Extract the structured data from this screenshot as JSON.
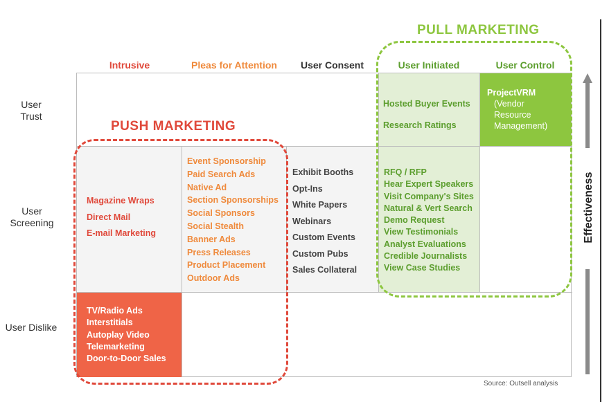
{
  "columns": {
    "intrusive": "Intrusive",
    "pleas": "Pleas for Attention",
    "consent": "User Consent",
    "initiated": "User Initiated",
    "control": "User Control"
  },
  "rows": {
    "trust": "User\nTrust",
    "screening": "User\nScreening",
    "dislike": "User Dislike"
  },
  "push_title": "PUSH MARKETING",
  "pull_title": "PULL MARKETING",
  "axis_label": "Effectiveness",
  "source": "Source: Outsell analysis",
  "cells": {
    "screening_intrusive": [
      "Magazine Wraps",
      "Direct Mail",
      "E-mail Marketing"
    ],
    "screening_pleas": [
      "Event Sponsorship",
      "Paid Search Ads",
      "Native Ad",
      "Section Sponsorships",
      "Social Sponsors",
      "Social Stealth",
      "Banner Ads",
      "Press Releases",
      "Product Placement",
      "Outdoor Ads"
    ],
    "screening_consent": [
      "Exhibit Booths",
      "Opt-Ins",
      "White Papers",
      "Webinars",
      "Custom Events",
      "Custom Pubs",
      "Sales Collateral"
    ],
    "screening_initiated": [
      "RFQ / RFP",
      "Hear Expert Speakers",
      "Visit Company's Sites",
      "Natural & Vert Search",
      "Demo Request",
      "View Testimonials",
      "Analyst Evaluations",
      "Credible Journalists",
      "View Case Studies"
    ],
    "trust_initiated": [
      "Hosted Buyer Events",
      "Research Ratings"
    ],
    "trust_control_title": "ProjectVRM",
    "trust_control_lines": [
      "(Vendor",
      "Resource",
      "Management)"
    ],
    "dislike_intrusive": [
      "TV/Radio Ads",
      "Interstitials",
      "Autoplay Video",
      "Telemarketing",
      "Door-to-Door Sales"
    ]
  },
  "colors": {
    "red": "#e0493b",
    "orange": "#ef8a3c",
    "green": "#8dc63f",
    "dark_green": "#5c9e2e",
    "light_green_fill": "#e3efd6",
    "light_gray_fill": "#f4f4f4",
    "coral_fill": "#ef6447"
  }
}
